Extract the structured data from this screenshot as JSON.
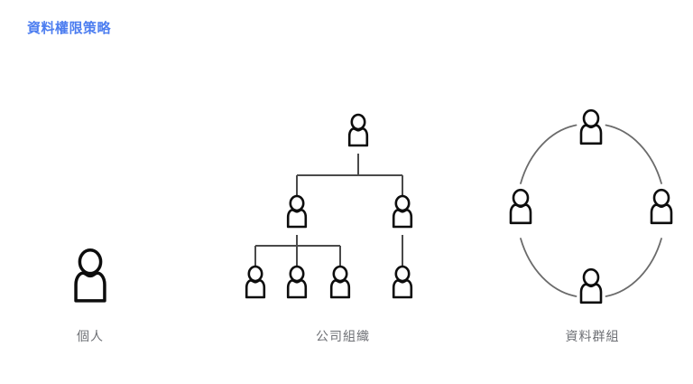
{
  "page": {
    "title": "資料權限策略",
    "background_color": "#ffffff",
    "title_color": "#4c7df0",
    "caption_color": "#6e7075",
    "icon_color": "#0d0d0d",
    "connector_color": "#4a4a4a"
  },
  "panels": [
    {
      "id": "individual",
      "caption": "個人",
      "icon_name": "person-icon",
      "person_count": 1,
      "layout": "single"
    },
    {
      "id": "organization",
      "caption": "公司組織",
      "icon_name": "org-chart-icon",
      "person_count": 7,
      "layout": "tree",
      "levels": [
        1,
        2,
        4
      ]
    },
    {
      "id": "data-group",
      "caption": "資料群組",
      "icon_name": "group-circle-icon",
      "person_count": 4,
      "layout": "circle"
    }
  ]
}
